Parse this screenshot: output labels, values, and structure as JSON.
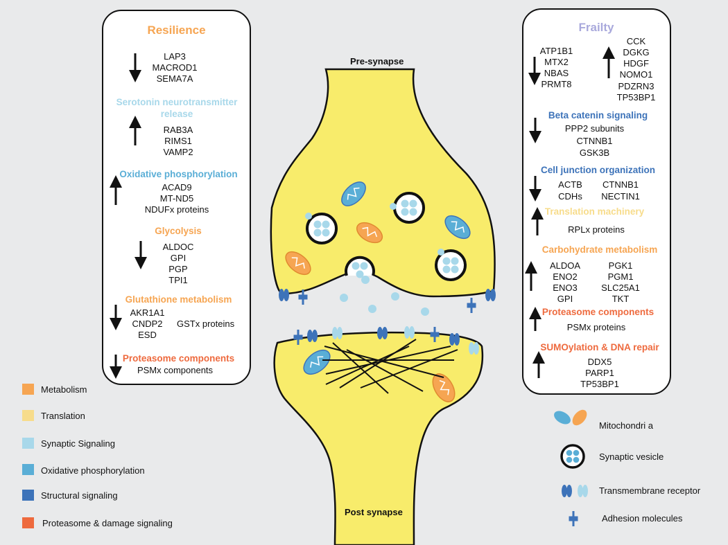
{
  "colors": {
    "metabolism": "#f6a552",
    "translation": "#f7dc8b",
    "synaptic": "#a8d8ea",
    "oxphos": "#5aaed6",
    "structural": "#3d73b9",
    "proteasome": "#ee6a3e",
    "synapse_fill": "#f8ec6b",
    "frailty_title": "#a9a9dc"
  },
  "resilience": {
    "title": "Resilience",
    "g1": [
      "LAP3",
      "MACROD1",
      "SEMA7A"
    ],
    "serotonin_title_1": "Serotonin neurotransmitter",
    "serotonin_title_2": "release",
    "serotonin": [
      "RAB3A",
      "RIMS1",
      "VAMP2"
    ],
    "oxphos_title": "Oxidative phosphorylation",
    "oxphos": [
      "ACAD9",
      "MT-ND5",
      "NDUFx proteins"
    ],
    "glycolysis_title": "Glycolysis",
    "glycolysis": [
      "ALDOC",
      "GPI",
      "PGP",
      "TPI1"
    ],
    "glutathione_title": "Glutathione metabolism",
    "glutathione": [
      "AKR1A1",
      "CNDP2",
      "ESD"
    ],
    "glutathione_extra": "GSTx proteins",
    "proteasome_title": "Proteasome components",
    "proteasome": "PSMx components"
  },
  "frailty": {
    "title": "Frailty",
    "down_list": [
      "ATP1B1",
      "MTX2",
      "NBAS",
      "PRMT8"
    ],
    "up_list": [
      "CCK",
      "DGKG",
      "HDGF",
      "NOMO1",
      "PDZRN3",
      "TP53BP1"
    ],
    "beta_title": "Beta catenin signaling",
    "beta": [
      "PPP2 subunits",
      "CTNNB1",
      "GSK3B"
    ],
    "junction_title": "Cell junction organization",
    "junction_left": [
      "ACTB",
      "CDHs"
    ],
    "junction_right": [
      "CTNNB1",
      "NECTIN1"
    ],
    "translation_title": "Translation machinery",
    "translation": "RPLx proteins",
    "carb_title": "Carbohydrate metabolism",
    "carb_left": [
      "ALDOA",
      "ENO2",
      "ENO3",
      "GPI"
    ],
    "carb_right": [
      "PGK1",
      "PGM1",
      "SLC25A1",
      "TKT"
    ],
    "proteasome_title": "Proteasome components",
    "proteasome": "PSMx proteins",
    "sumo_title": "SUMOylation & DNA repair",
    "sumo": [
      "DDX5",
      "PARP1",
      "TP53BP1"
    ]
  },
  "synapse": {
    "pre_label": "Pre-synapse",
    "post_label": "Post synapse"
  },
  "legend_left": [
    "Metabolism",
    "Translation",
    "Synaptic Signaling",
    "Oxidative phosphorylation",
    "Structural signaling",
    "Proteasome & damage signaling"
  ],
  "legend_right": [
    "Mitochondri a",
    "Synaptic vesicle",
    "Transmembrane receptor",
    "Adhesion molecules"
  ]
}
